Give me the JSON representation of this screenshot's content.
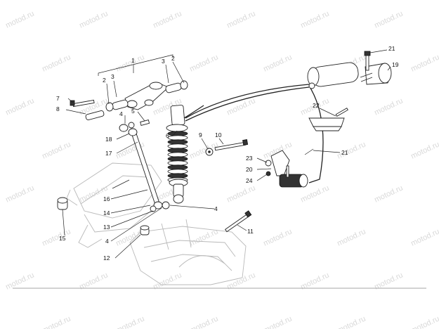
{
  "diagram": {
    "watermark_text": "motod.ru",
    "callouts": [
      "1",
      "2",
      "3",
      "4",
      "5",
      "6",
      "7",
      "8",
      "9",
      "10",
      "11",
      "12",
      "13",
      "14",
      "15",
      "16",
      "17",
      "18",
      "19",
      "20",
      "21",
      "22",
      "23",
      "24"
    ]
  }
}
